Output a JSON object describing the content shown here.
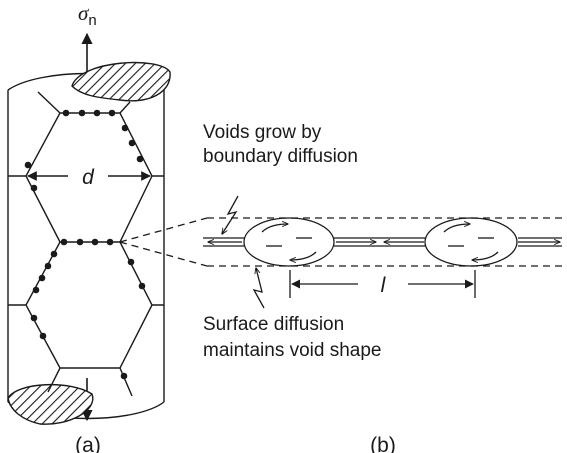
{
  "specimen": {
    "stress_symbol": "σ",
    "stress_subscript": "n",
    "grain_size_label": "d",
    "panel_label": "(a)"
  },
  "boundary_detail": {
    "note_top_line1": "Voids grow by",
    "note_top_line2": "boundary diffusion",
    "spacing_label": "l",
    "note_bottom_line1": "Surface diffusion",
    "note_bottom_line2": "maintains void shape",
    "panel_label": "(b)"
  }
}
